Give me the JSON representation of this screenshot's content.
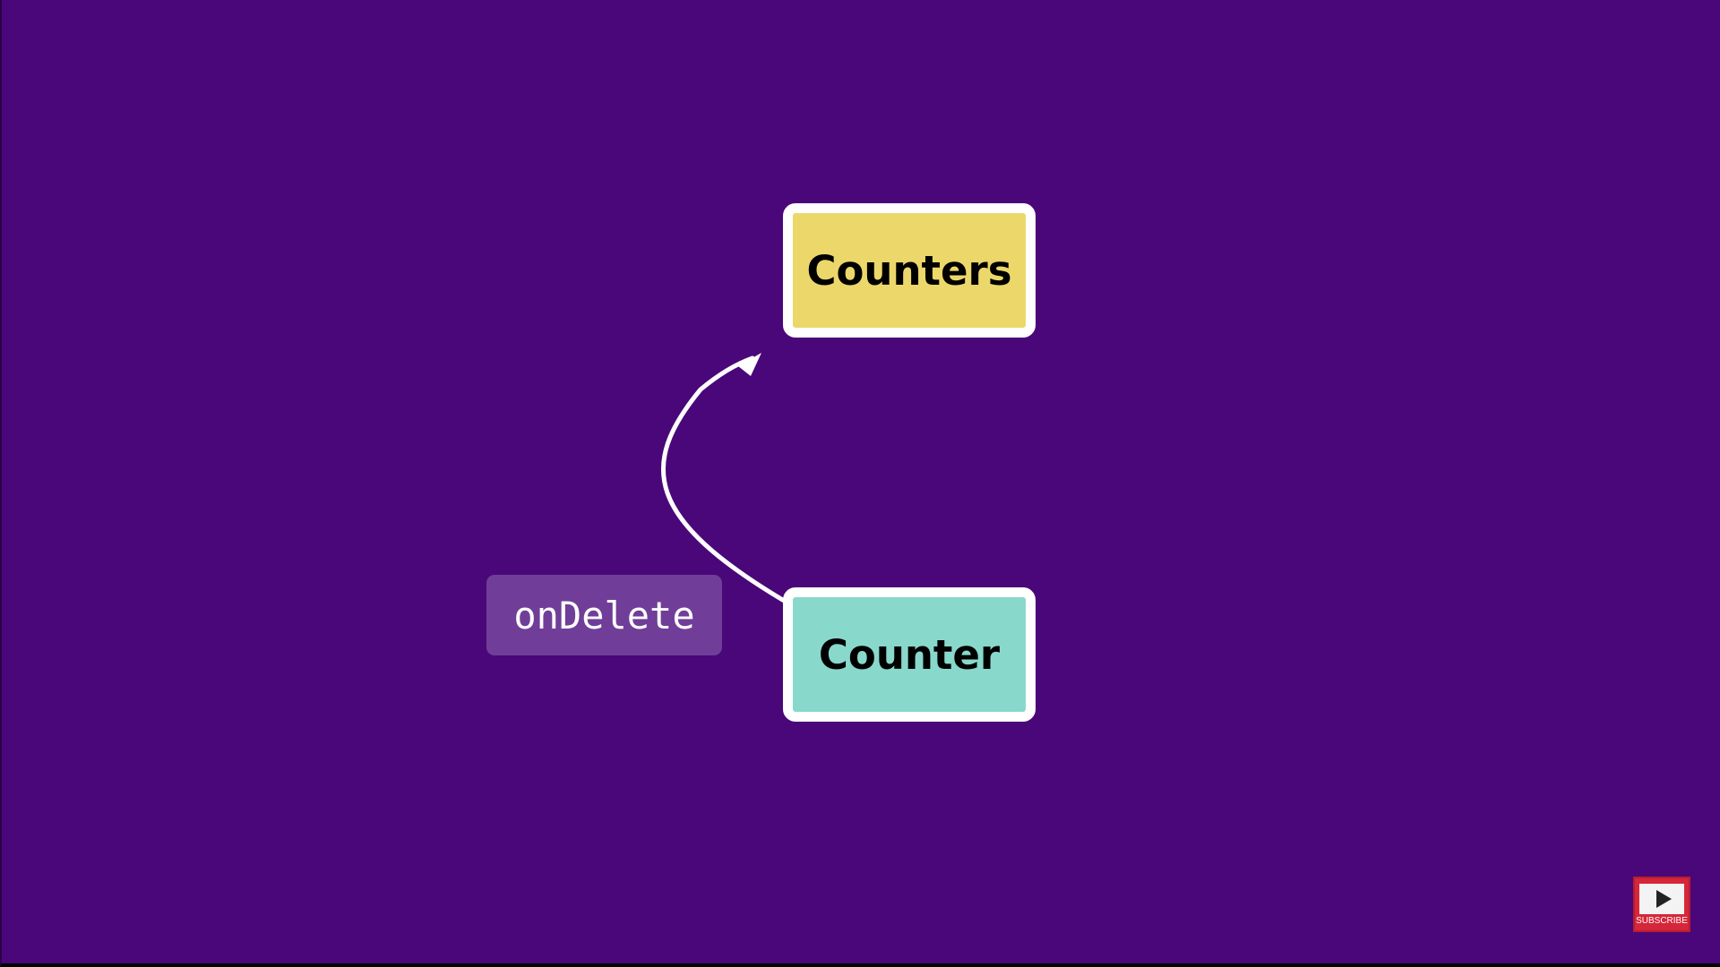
{
  "diagram": {
    "nodes": {
      "parent": {
        "label": "Counters",
        "color": "#ecd76a"
      },
      "child": {
        "label": "Counter",
        "color": "#88d8cc"
      }
    },
    "edge": {
      "from": "child",
      "to": "parent",
      "label": "onDelete",
      "color": "#ffffff"
    },
    "background": "#4a0779"
  },
  "subscribe_badge": {
    "label": "SUBSCRIBE",
    "icon": "play-icon",
    "color": "#d6263a"
  }
}
